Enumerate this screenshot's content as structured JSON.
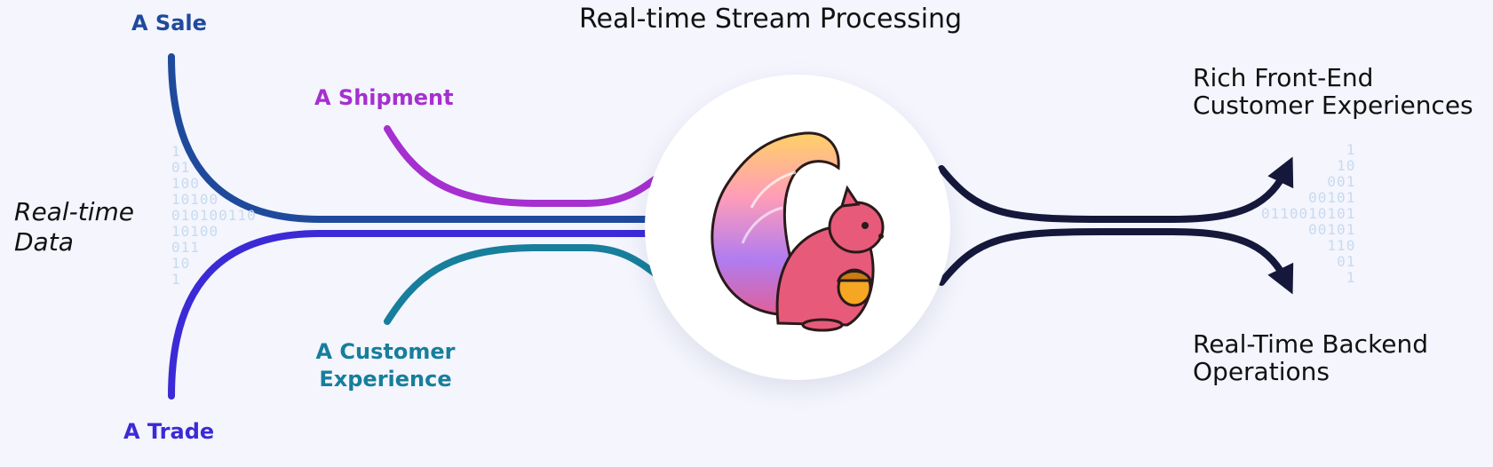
{
  "diagram": {
    "title": "Real-time Stream Processing",
    "source_label": "Real-time Data",
    "inputs": {
      "sale": "A Sale",
      "shipment": "A Shipment",
      "customer_experience": "A Customer Experience",
      "trade": "A Trade"
    },
    "outputs": {
      "front_end": "Rich Front-End Customer Experiences",
      "backend": "Real-Time Backend Operations"
    },
    "binary_left": "1\n01\n100\n10100\n010100110\n10100\n011\n10\n1",
    "binary_right": "1\n10\n001\n00101\n0110010101\n00101\n110\n01\n1",
    "colors": {
      "sale": "#1f4a9c",
      "shipment": "#a62fcf",
      "customer_experience": "#177e9c",
      "trade": "#3b2ad6",
      "outputs": "#15183a",
      "background": "#f4f5fd"
    },
    "hub_icon": "squirrel-icon"
  }
}
